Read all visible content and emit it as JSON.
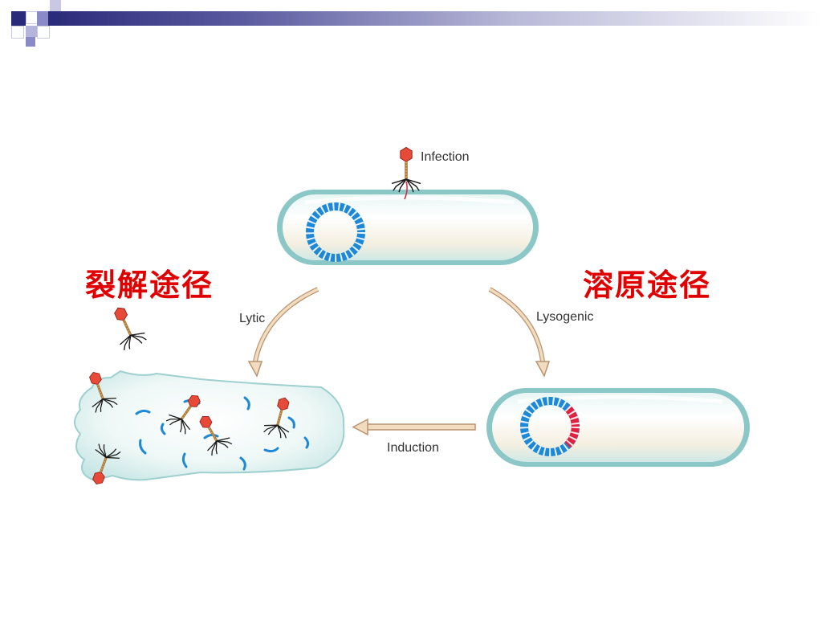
{
  "labels": {
    "lytic_cn": "裂解途径",
    "lysogenic_cn": "溶原途径",
    "infection": "Infection",
    "lytic": "Lytic",
    "lysogenic": "Lysogenic",
    "induction": "Induction"
  },
  "colors": {
    "accent_red": "#e00000",
    "deco_dark": "#2a2a7a",
    "deco_light": "#8a8ac8",
    "dna_blue": "#1e88d8",
    "prophage_red": "#e02040",
    "cell_edge": "#8cc7c7",
    "arrow_fill": "#f2dcc0",
    "arrow_edge": "#b89470"
  }
}
